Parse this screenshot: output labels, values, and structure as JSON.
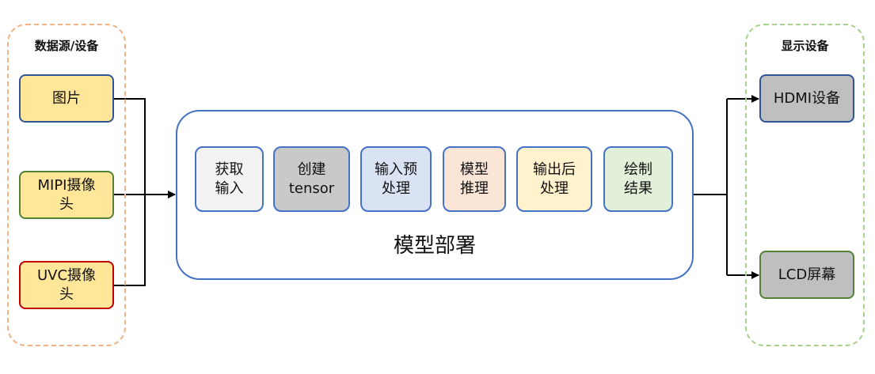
{
  "sources": {
    "title": "数据源/设备",
    "items": [
      {
        "label": "图片"
      },
      {
        "label": "MIPI摄像\n头"
      },
      {
        "label": "UVC摄像\n头"
      }
    ]
  },
  "deployment": {
    "title": "模型部署",
    "steps": [
      {
        "label": "获取\n输入"
      },
      {
        "label": "创建\ntensor"
      },
      {
        "label": "输入预\n处理"
      },
      {
        "label": "模型\n推理"
      },
      {
        "label": "输出后\n处理"
      },
      {
        "label": "绘制\n结果"
      }
    ]
  },
  "displays": {
    "title": "显示设备",
    "items": [
      {
        "label": "HDMI设备"
      },
      {
        "label": "LCD屏幕"
      }
    ]
  },
  "colors": {
    "source_fill": "#ffe699",
    "display_fill": "#bfbfbf",
    "container_border": "#4472c4",
    "source_group_border": "#f4b183",
    "display_group_border": "#a9d18e"
  }
}
